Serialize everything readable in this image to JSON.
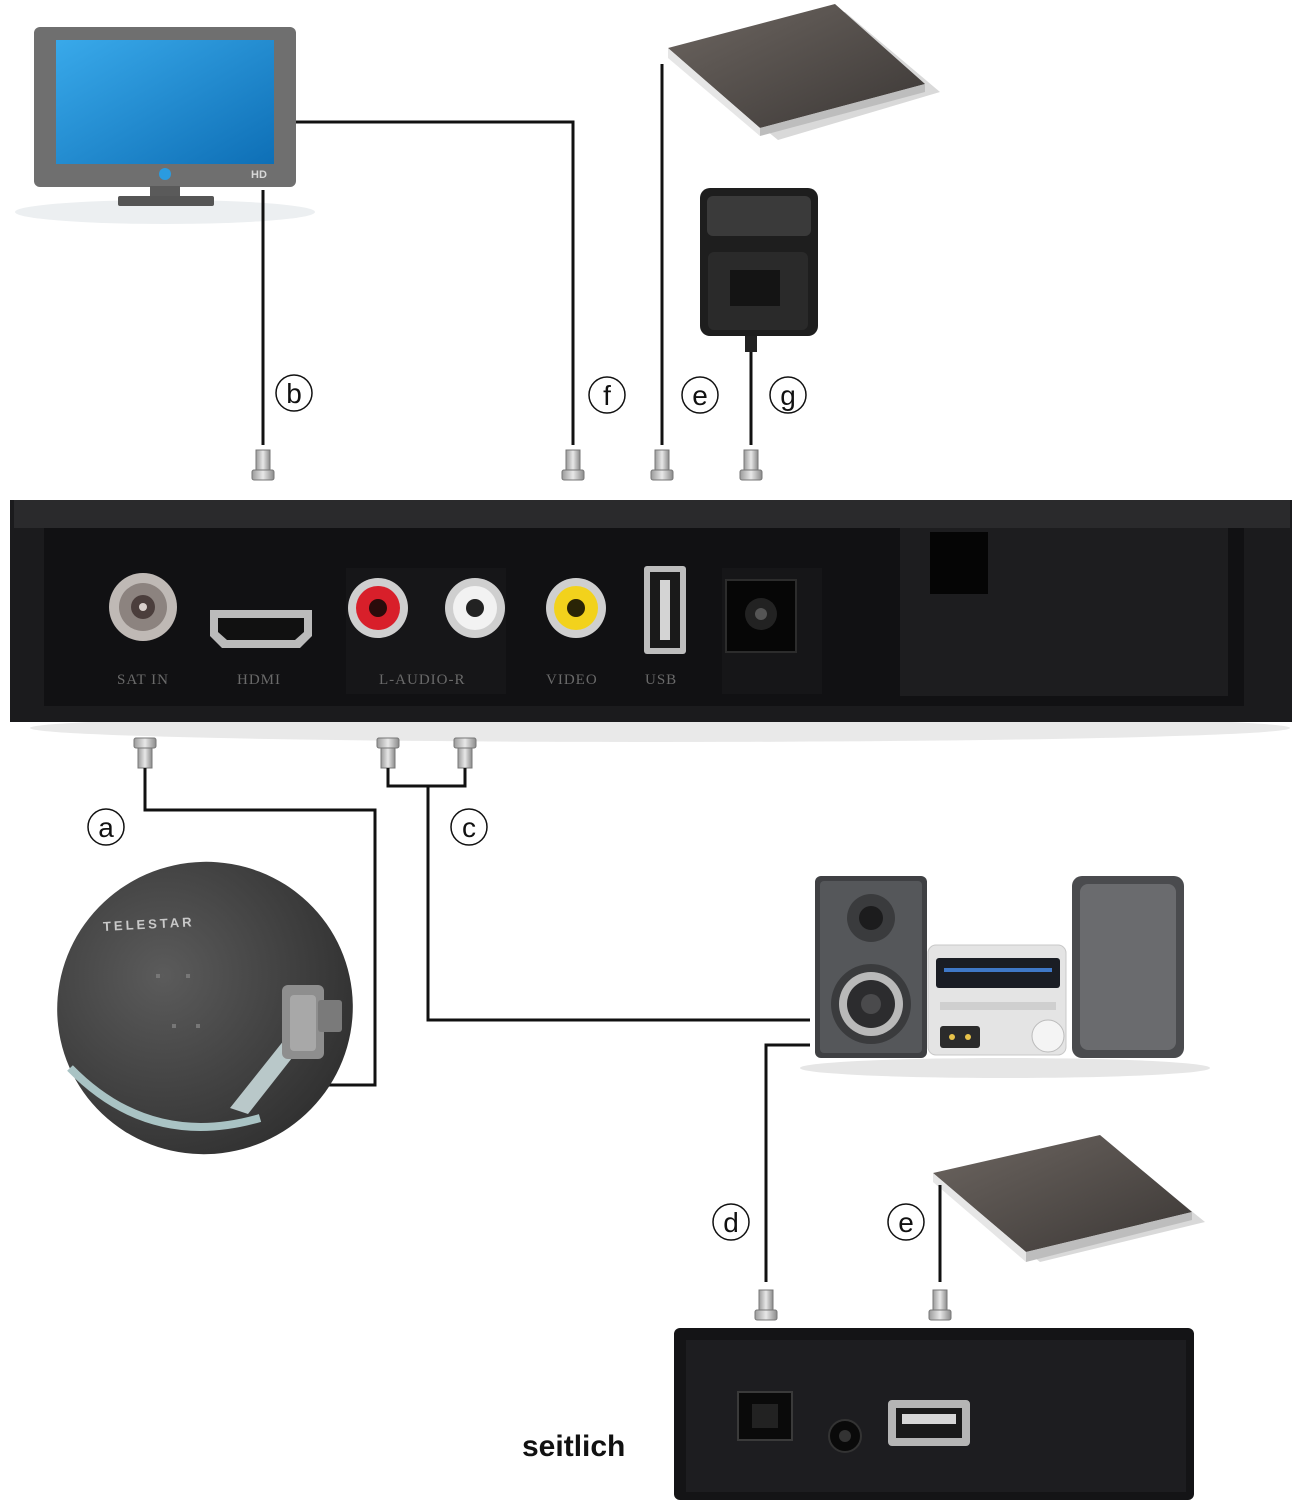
{
  "labels": {
    "a": "a",
    "b": "b",
    "c": "c",
    "d": "d",
    "e_top": "e",
    "e_bottom": "e",
    "f": "f",
    "g": "g"
  },
  "tv": {
    "badge": "HD"
  },
  "dish": {
    "brand": "TELESTAR"
  },
  "receiver_ports": {
    "sat_in": "SAT IN",
    "hdmi": "HDMI",
    "audio": "L-AUDIO-R",
    "video": "VIDEO",
    "usb": "USB"
  },
  "side_caption": "seitlich",
  "colors": {
    "cable": "#111111",
    "receiver": "#1b1b1d",
    "rca_red": "#d81f2a",
    "rca_white": "#f2f2f2",
    "rca_yellow": "#f2d21c",
    "tv_screen": "#1e8fd6"
  }
}
